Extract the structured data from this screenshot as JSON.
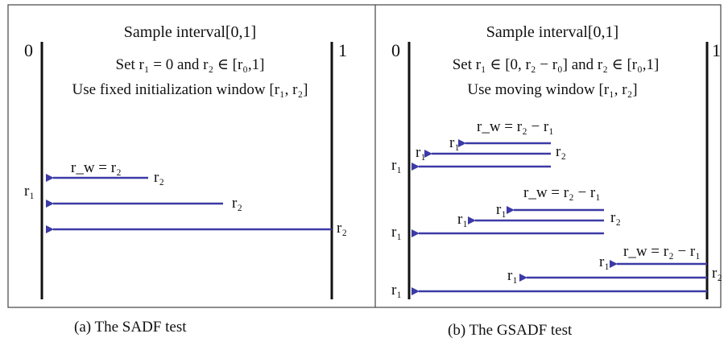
{
  "panel_a": {
    "title": "Sample interval[0,1]",
    "line1": "Set r₁ = 0 and r₂ ∈ [r₀,1]",
    "line2": "Use fixed initialization window [r₁, r₂]",
    "zero": "0",
    "one": "1",
    "r1_label": "r₁",
    "rw_eq": "r_w = r₂",
    "r2_a": "r₂",
    "r2_b": "r₂",
    "r2_c": "r₂",
    "caption": "(a) The SADF test"
  },
  "panel_b": {
    "title": "Sample interval[0,1]",
    "line1": "Set r₁ ∈ [0, r₂ − r₀] and r₂ ∈ [r₀,1]",
    "line2": "Use moving window [r₁, r₂]",
    "zero": "0",
    "one": "1",
    "g1_rw": "r_w = r₂ − r₁",
    "g1_r1a": "r₁",
    "g1_r1b": "r₁",
    "g1_r2": "r₂",
    "g1_r1c": "r₁",
    "g2_rw": "r_w = r₂ − r₁",
    "g2_r1a": "r₁",
    "g2_r1b": "r₁",
    "g2_r2": "r₂",
    "g2_r1c": "r₁",
    "g3_rw": "r_w = r₂ − r₁",
    "g3_r1a": "r₁",
    "g3_r1b": "r₁",
    "g3_r2": "r₂",
    "g3_r1c": "r₁",
    "caption": "(b) The GSADF test"
  },
  "colors": {
    "arrow": "#3b3aa6",
    "axis": "#111111",
    "frame": "#444444"
  }
}
